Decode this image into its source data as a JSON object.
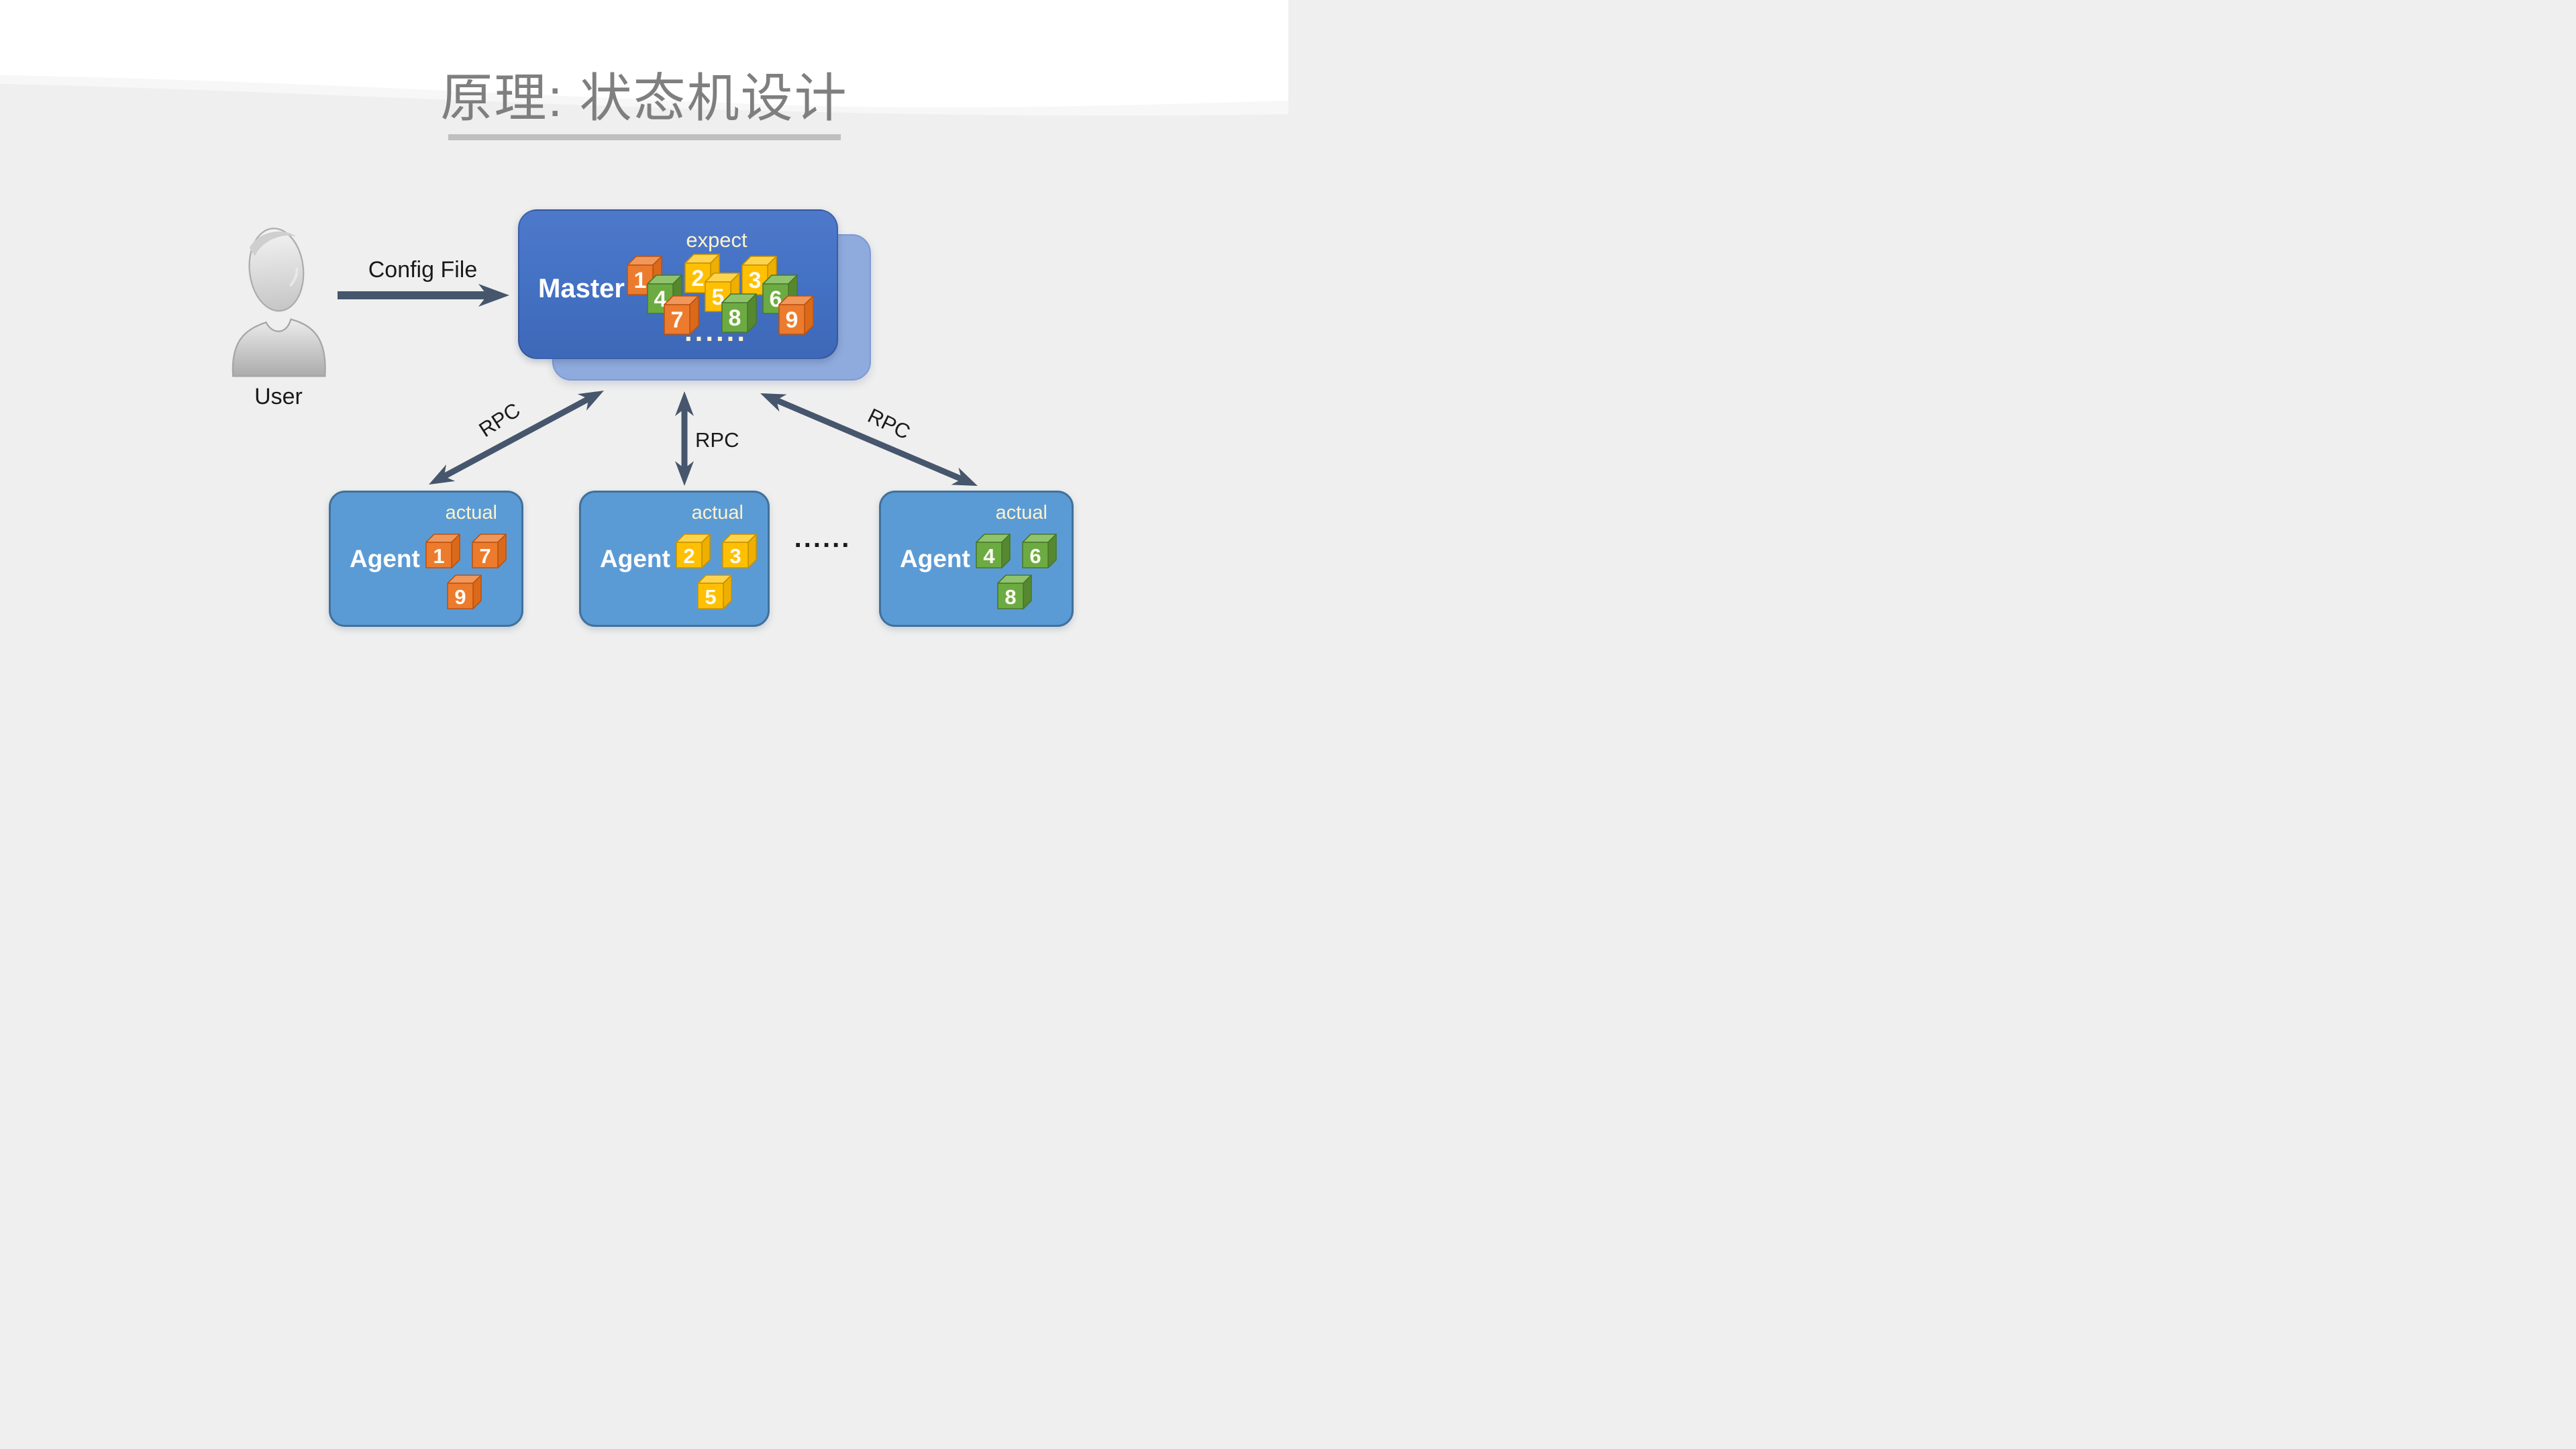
{
  "slide": {
    "title": "原理: 状态机设计"
  },
  "user": {
    "label": "User",
    "icon": "person-bust-icon"
  },
  "config": {
    "label": "Config File"
  },
  "master": {
    "label": "Master",
    "state": "expect",
    "ellipsis": "......",
    "cubes": [
      {
        "num": "1",
        "color": "orange"
      },
      {
        "num": "2",
        "color": "yellow"
      },
      {
        "num": "3",
        "color": "yellow"
      },
      {
        "num": "4",
        "color": "green"
      },
      {
        "num": "5",
        "color": "yellow"
      },
      {
        "num": "6",
        "color": "green"
      },
      {
        "num": "7",
        "color": "orange"
      },
      {
        "num": "8",
        "color": "green"
      },
      {
        "num": "9",
        "color": "orange"
      }
    ]
  },
  "rpc": {
    "left": "RPC",
    "middle": "RPC",
    "right": "RPC"
  },
  "agents": {
    "ellipsis": "......",
    "list": [
      {
        "label": "Agent",
        "state": "actual",
        "cubes": [
          {
            "num": "1",
            "color": "orange"
          },
          {
            "num": "7",
            "color": "orange"
          },
          {
            "num": "9",
            "color": "orange"
          }
        ]
      },
      {
        "label": "Agent",
        "state": "actual",
        "cubes": [
          {
            "num": "2",
            "color": "yellow"
          },
          {
            "num": "3",
            "color": "yellow"
          },
          {
            "num": "5",
            "color": "yellow"
          }
        ]
      },
      {
        "label": "Agent",
        "state": "actual",
        "cubes": [
          {
            "num": "4",
            "color": "green"
          },
          {
            "num": "6",
            "color": "green"
          },
          {
            "num": "8",
            "color": "green"
          }
        ]
      }
    ]
  },
  "colors": {
    "master_fill": "#4472C4",
    "master_back_fill": "#8FAADC",
    "agent_fill": "#5B9BD5",
    "agent_border": "#41719C",
    "arrow": "#46566C",
    "cream_text": "#FFF2CC",
    "title_gray": "#7F7F7F",
    "cube_orange": "#EC7B2D",
    "cube_yellow": "#FFC003",
    "cube_green": "#6CAB42"
  }
}
